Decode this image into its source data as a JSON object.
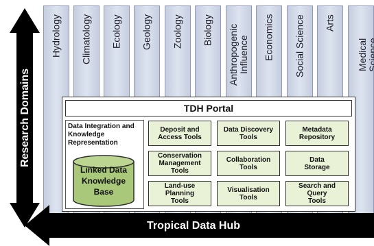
{
  "domains": [
    {
      "label": "Hydrology"
    },
    {
      "label": "Climatology"
    },
    {
      "label": "Ecology"
    },
    {
      "label": "Geology"
    },
    {
      "label": "Zoology"
    },
    {
      "label": "Biology"
    },
    {
      "label": "Anthropogenic\nInfluence"
    },
    {
      "label": "Economics"
    },
    {
      "label": "Social Science"
    },
    {
      "label": "Arts"
    },
    {
      "label": "Medical\nScience"
    }
  ],
  "vertical_axis_label": "Research Domains",
  "horizontal_axis_label": "Tropical Data Hub",
  "portal": {
    "title": "TDH Portal",
    "integration_text": "Data Integration and\nKnowledge\nRepresentation",
    "knowledge_base": "Linked Data\nKnowledge\nBase",
    "tools": [
      "Deposit and\nAccess Tools",
      "Data Discovery\nTools",
      "Metadata\nRepository",
      "Conservation\nManagement\nTools",
      "Collaboration\nTools",
      "Data\nStorage",
      "Land-use\nPlanning\nTools",
      "Visualisation\nTools",
      "Search and\nQuery\nTools"
    ]
  },
  "colors": {
    "arrow": "#000000",
    "column_fill": "#d3d9e8",
    "tool_fill": "#e9f2d7",
    "knowledge_base_fill": "#a9c87a"
  }
}
